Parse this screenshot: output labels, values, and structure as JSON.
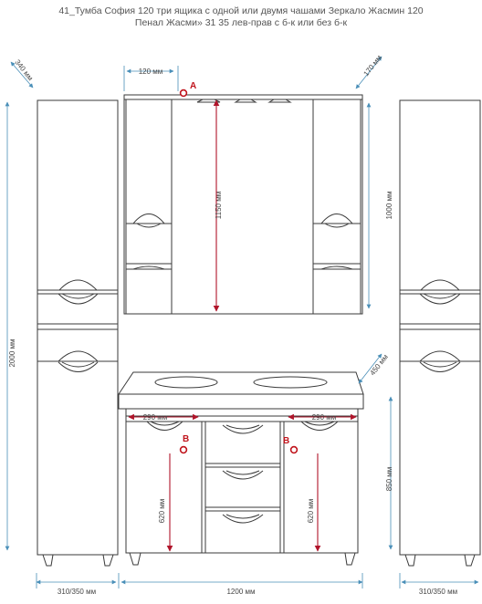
{
  "title": {
    "line1": "41_Тумба София 120 три ящика с одной или двумя чашами  Зеркало Жасмин 120",
    "line2": "Пенал Жасми» 31 35 лев-прав с б-к или без б-к"
  },
  "dims": {
    "depth_340": "340 мм",
    "height_2000": "2000 мм",
    "width_120": "120 мм",
    "height_1150": "1150 мм",
    "depth_170": "170 мм",
    "height_1000": "1000 мм",
    "depth_450": "450 мм",
    "width_290_left": "290 мм",
    "width_290_right": "290 мм",
    "height_620_left": "620 мм",
    "height_620_right": "620 мм",
    "height_850": "850 мм",
    "width_left_pencil": "310/350 мм",
    "width_1200": "1200 мм",
    "width_right_pencil": "310/350 мм"
  },
  "markers": {
    "a": "A",
    "b_left": "B",
    "b_right": "B"
  },
  "colors": {
    "line": "#3a3a3a",
    "dimension": "#4a8fb8",
    "marker": "#c0141c",
    "arrow": "#b0142a"
  }
}
